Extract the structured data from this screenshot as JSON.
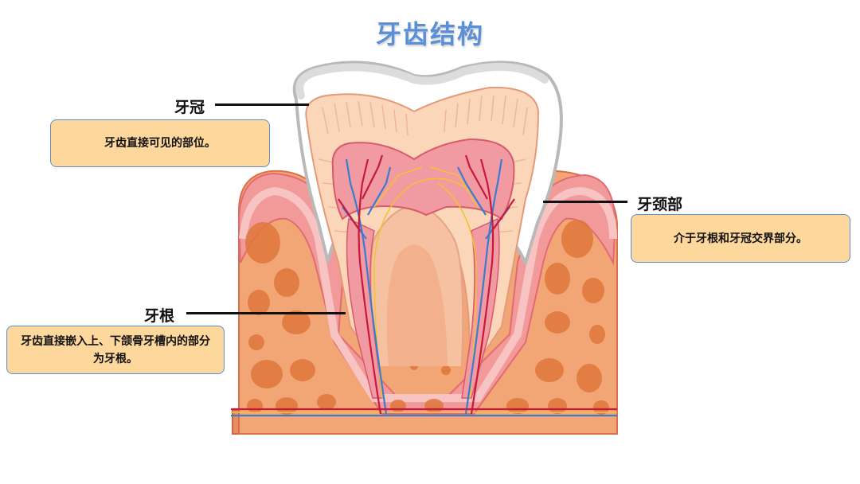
{
  "title": "牙齿结构",
  "colors": {
    "title": "#5b8fd8",
    "box_fill": "#fdd79b",
    "box_border": "#5b8fd0"
  },
  "labels": {
    "crown": {
      "name": "牙冠",
      "description": "牙齿直接可见的部位。"
    },
    "neck": {
      "name": "牙颈部",
      "description": "介于牙根和牙冠交界部分。"
    },
    "root": {
      "name": "牙根",
      "description": "牙齿直接嵌入上、下颌骨牙槽内的部分为牙根。"
    }
  }
}
